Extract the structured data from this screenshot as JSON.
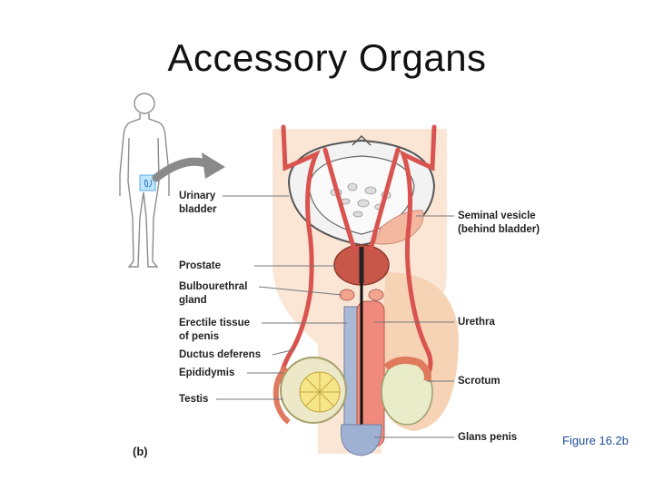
{
  "title": "Accessory Organs",
  "labels": {
    "urinary_bladder": [
      "Urinary",
      "bladder"
    ],
    "prostate": "Prostate",
    "bulbourethral_gland": [
      "Bulbourethral",
      "gland"
    ],
    "erectile_tissue": [
      "Erectile tissue",
      "of penis"
    ],
    "ductus_deferens": "Ductus deferens",
    "epididymis": "Epididymis",
    "testis": "Testis",
    "seminal_vesicle": [
      "Seminal vesicle",
      "(behind bladder)"
    ],
    "urethra": "Urethra",
    "scrotum": "Scrotum",
    "glans_penis": "Glans penis"
  },
  "part_label": "(b)",
  "figure_ref": "Figure 16.2b",
  "colors": {
    "label_text": "#222222",
    "figure_ref": "#1f4e9b",
    "vessel": "#d9534f",
    "bladder_outline": "#555555",
    "prostate": "#c8574a",
    "testis": "#ece8c8",
    "skin": "#f6d3b4",
    "arrow": "#8a8a8a",
    "leader_line": "#777777"
  }
}
